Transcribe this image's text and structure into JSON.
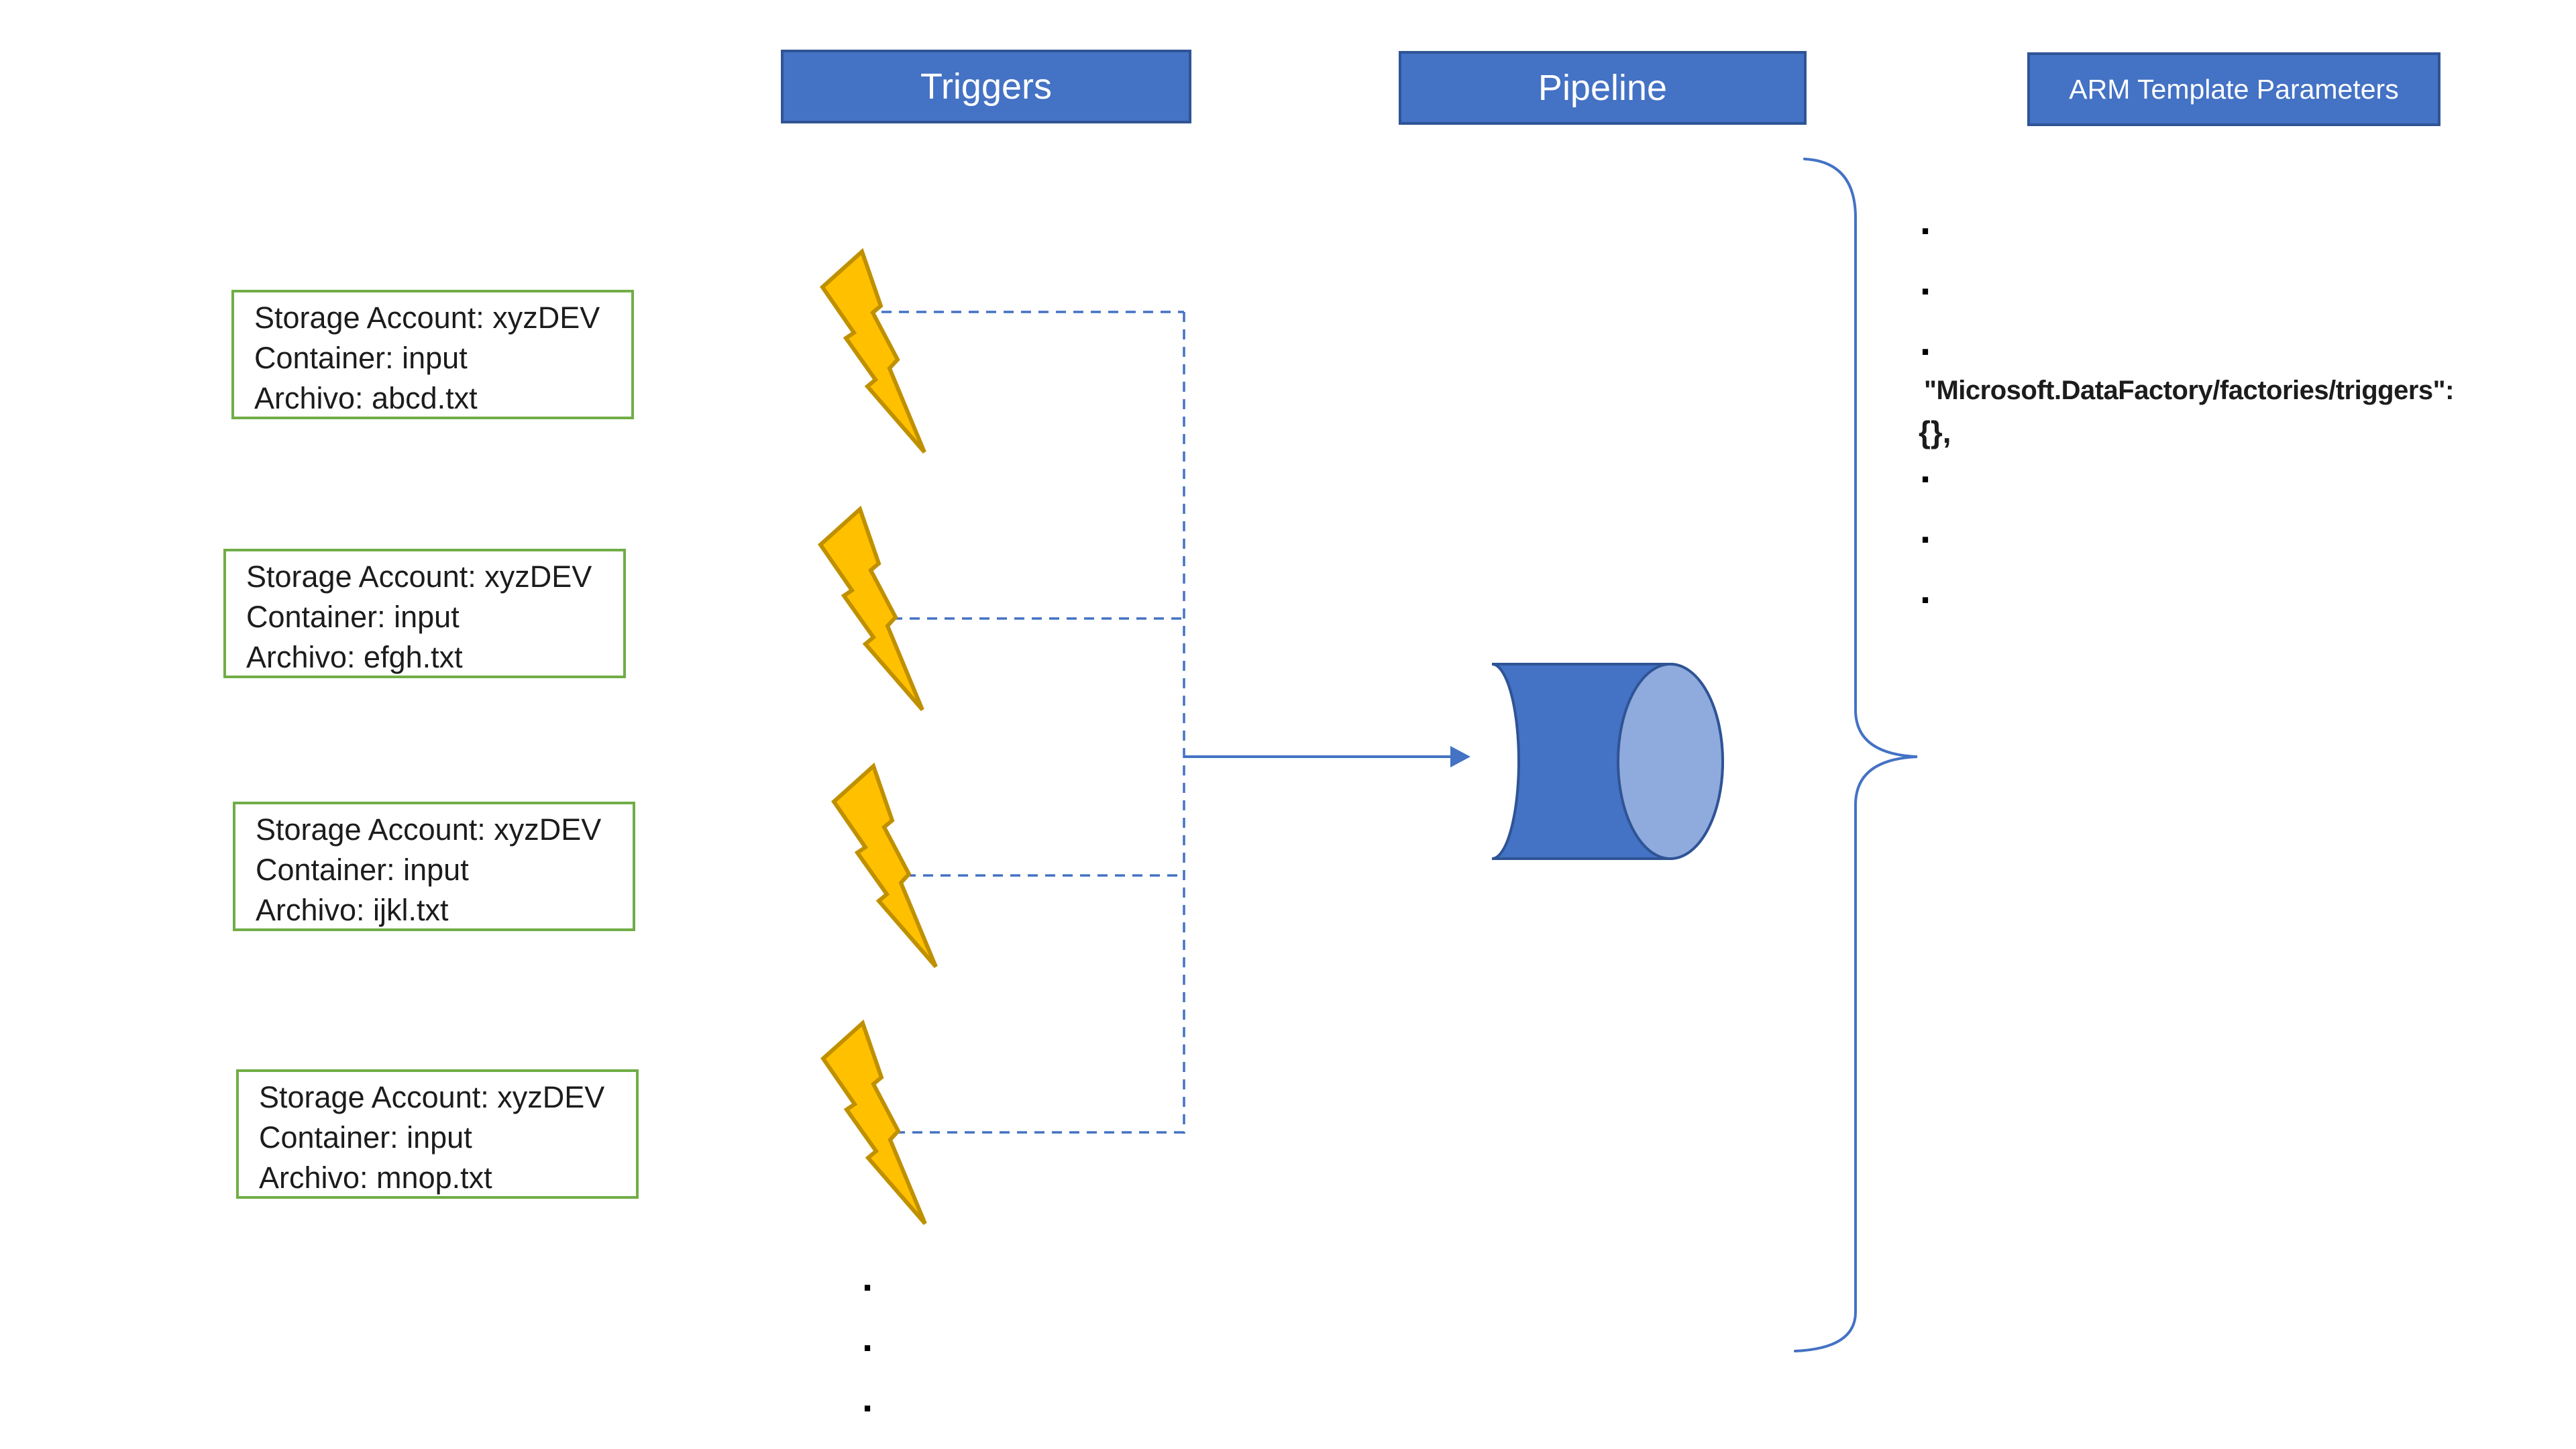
{
  "headers": {
    "triggers": "Triggers",
    "pipeline": "Pipeline",
    "arm": "ARM Template Parameters"
  },
  "storage_boxes": [
    {
      "lines": [
        "Storage Account: xyzDEV",
        "Container: input",
        "Archivo: abcd.txt"
      ]
    },
    {
      "lines": [
        "Storage Account: xyzDEV",
        "Container: input",
        "Archivo: efgh.txt"
      ]
    },
    {
      "lines": [
        "Storage Account: xyzDEV",
        "Container: input",
        "Archivo: ijkl.txt"
      ]
    },
    {
      "lines": [
        "Storage Account: xyzDEV",
        "Container: input",
        "Archivo: mnop.txt"
      ]
    }
  ],
  "arm_panel": {
    "code_line_1": "\"Microsoft.DataFactory/factories/triggers\":",
    "code_line_2": "{},"
  },
  "glyphs": {
    "dot": "."
  },
  "colors": {
    "accent": "#4472C4",
    "accent-dark": "#2F5496",
    "box-border": "#70AD47",
    "bolt-fill": "#FFC000",
    "bolt-border": "#BF9000",
    "cylinder-face": "#8FAADC",
    "header-text": "#FFFFFF",
    "text": "#1C1C1C"
  }
}
